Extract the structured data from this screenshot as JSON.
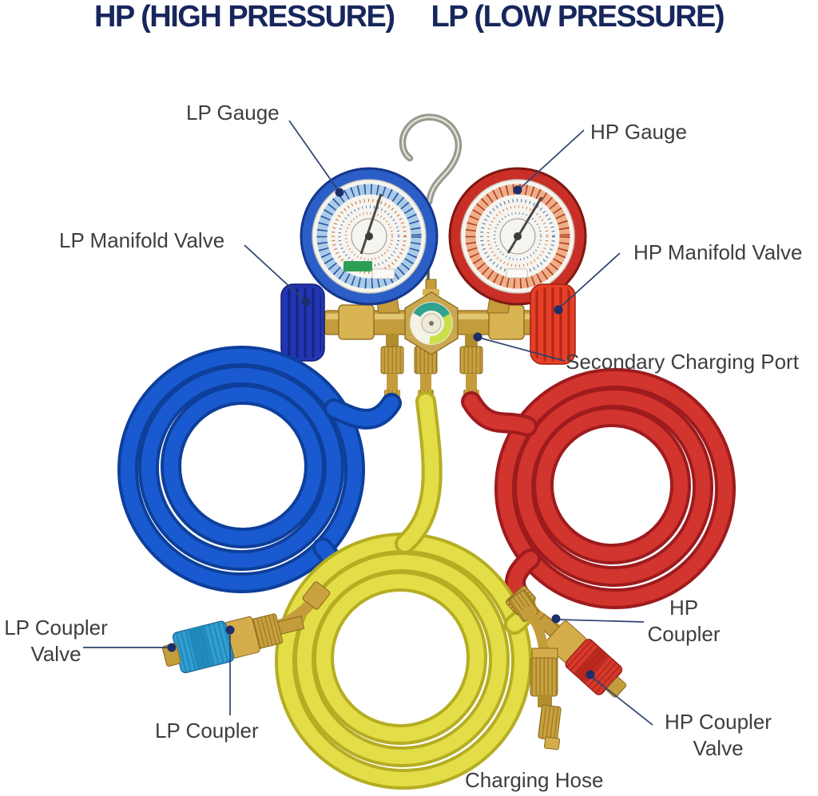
{
  "title": {
    "left": "HP (HIGH PRESSURE)",
    "right": "LP (LOW PRESSURE)"
  },
  "labels": {
    "lp_gauge": "LP Gauge",
    "hp_gauge": "HP Gauge",
    "lp_manifold_valve": "LP Manifold Valve",
    "hp_manifold_valve": "HP Manifold Valve",
    "secondary_charging_port": "Secondary Charging Port",
    "lp_coupler_valve": {
      "line1": "LP Coupler",
      "line2": "Valve"
    },
    "lp_coupler": "LP Coupler",
    "hp_coupler": {
      "line1": "HP",
      "line2": "Coupler"
    },
    "hp_coupler_valve": {
      "line1": "HP Coupler",
      "line2": "Valve"
    },
    "charging_hose": "Charging Hose"
  },
  "colors": {
    "title_text": "#17265c",
    "label_text": "#3e3e3e",
    "callout_line": "#2e4370",
    "callout_dot": "#1d2e6b",
    "lp_hose_blue": "#1a5ad0",
    "hp_hose_red": "#d2342e",
    "charging_hose_yellow": "#e3dd47",
    "lp_knob_blue": "#2236b4",
    "hp_knob_red": "#e63f26",
    "lp_gauge_bezel": "#2b5ec6",
    "hp_gauge_bezel": "#c92f26",
    "brass": "#c9a23f",
    "lp_coupler_blue": "#2f9fd2",
    "hp_coupler_red": "#d8392b"
  }
}
